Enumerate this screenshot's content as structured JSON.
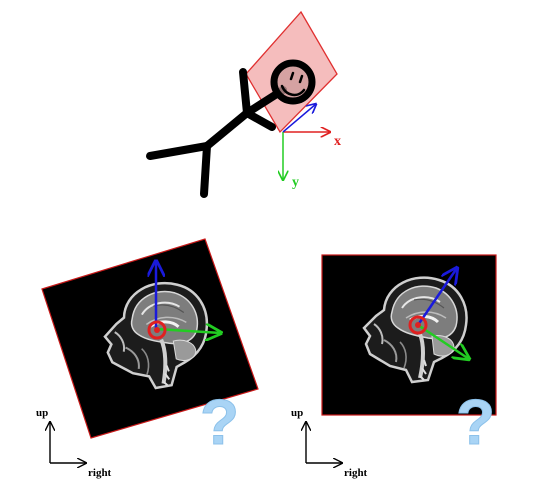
{
  "figure": {
    "stick_figure": {
      "x_label": "x",
      "y_label": "y",
      "colors": {
        "plane": "#f4b6b6",
        "plane_edge": "#e03030",
        "x_axis": "#e02020",
        "y_axis": "#22cc22",
        "z_axis": "#1a1adc",
        "body": "#000000"
      }
    },
    "left_panel": {
      "up_label": "up",
      "right_label": "right",
      "question_mark": "?",
      "image_name": "mri-sagittal-head-icon"
    },
    "right_panel": {
      "up_label": "up",
      "right_label": "right",
      "question_mark": "?",
      "image_name": "mri-sagittal-head-icon"
    },
    "colors": {
      "image_border": "#c81818",
      "question": "#a9d4f5",
      "up_vector": "#1a1adc",
      "right_vector": "#22cc22",
      "target": "#e02020"
    }
  }
}
